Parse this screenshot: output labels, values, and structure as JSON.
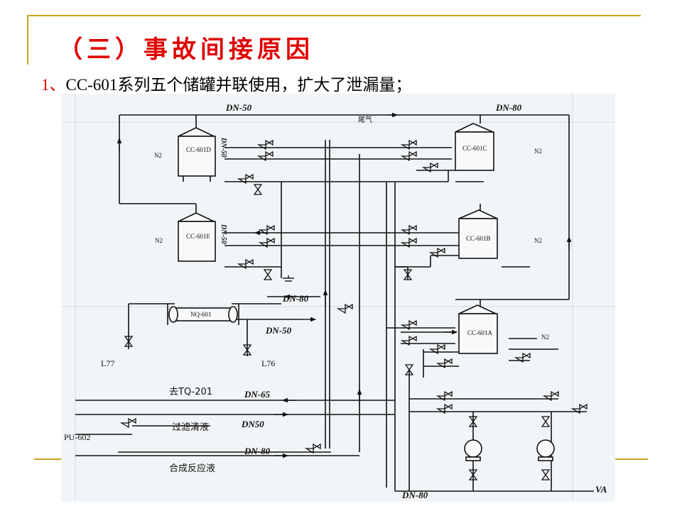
{
  "slide": {
    "title": "（三）事故间接原因",
    "subtitle_number": "1、",
    "subtitle_text": "CC-601系列五个储罐并联使用，扩大了泄漏量；",
    "colors": {
      "title": "#e00000",
      "accent": "#c8a51e",
      "text": "#000000"
    }
  },
  "diagram": {
    "tanks": [
      "CC-601D",
      "CC-601C",
      "CC-601E",
      "CC-601B",
      "CC-601A"
    ],
    "exchanger": "NQ-601",
    "pipe_labels": {
      "top_left": "DN-50",
      "top_mid": "尾气",
      "top_right": "DN-80",
      "nq_in": "DN-80",
      "nq_out": "DN-50",
      "tq": "DN-65",
      "filter": "DN50",
      "synth": "DN-80",
      "bottom": "DN-80",
      "bottom_right": "VA",
      "tank_d_side": "DN-50",
      "tank_e_side": "DN-50"
    },
    "n2": "N2",
    "labels": {
      "l77": "L77",
      "l76": "L76",
      "to_tq": "去TQ-201",
      "filter": "过滤清液",
      "pump": "PU-602",
      "synth": "合成反应液"
    }
  }
}
